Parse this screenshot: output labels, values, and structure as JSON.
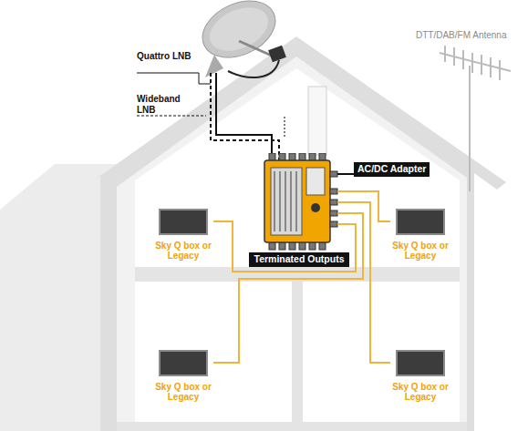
{
  "diagram": {
    "nodes": [
      {
        "text": [
          "Terminated Outputs"
        ]
      },
      {
        "text": [
          "AC/DC Adapter"
        ]
      },
      {
        "text": [
          "Sky Q box or Legacy"
        ]
      },
      {
        "text": [
          "Sky Q box or Legacy"
        ]
      },
      {
        "text": [
          "Sky Q box or Legacy"
        ]
      },
      {
        "text": [
          "Sky Q box or Legacy"
        ]
      }
    ],
    "edges": [
      {
        "from": 0,
        "to": 2,
        "arrow": "none"
      },
      {
        "from": 0,
        "to": 3,
        "arrow": "none"
      },
      {
        "from": 0,
        "to": 4,
        "arrow": "none"
      },
      {
        "from": 0,
        "to": 5,
        "arrow": "none"
      },
      {
        "from": 1,
        "to": 0,
        "arrow": "none"
      }
    ],
    "labels": [
      "Quattro LNB",
      "Wideband LNB",
      "DTT/DAB/FM Antenna"
    ]
  }
}
